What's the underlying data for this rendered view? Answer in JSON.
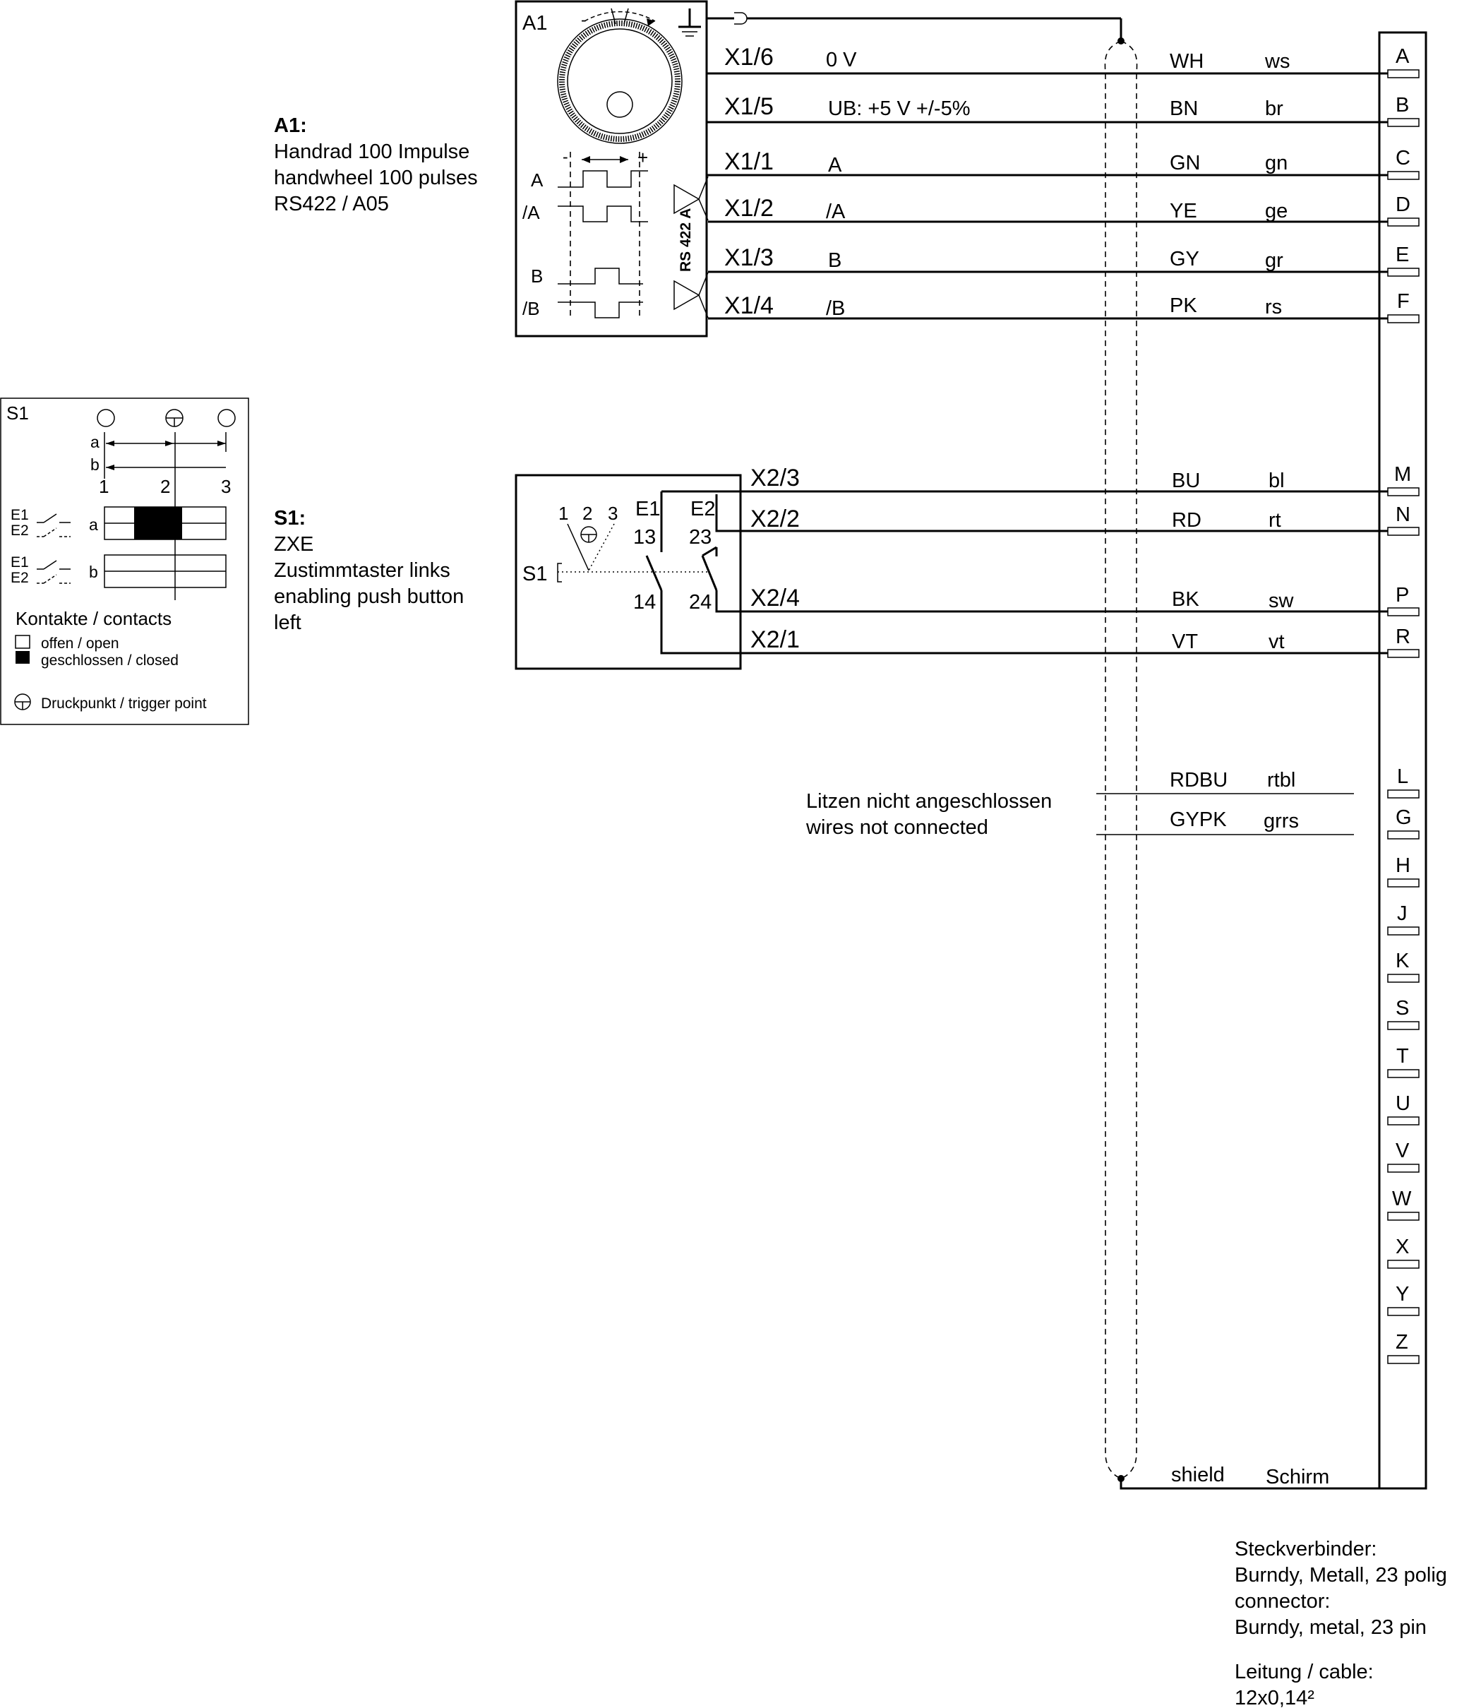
{
  "a1": {
    "box_label": "A1",
    "title": "A1:",
    "desc": [
      "Handrad 100 Impulse",
      "handwheel 100 pulses",
      "RS422 / A05"
    ],
    "signal_labels": [
      "A",
      "/A",
      "B",
      "/B"
    ],
    "minus": "-",
    "plus": "+",
    "driver_label": "RS 422 A"
  },
  "a1_wires": [
    {
      "terminal": "X1/6",
      "signal": "0 V",
      "code": "WH",
      "color": "ws",
      "pin": "A"
    },
    {
      "terminal": "X1/5",
      "signal": "UB:  +5 V +/-5%",
      "code": "BN",
      "color": "br",
      "pin": "B"
    },
    {
      "terminal": "X1/1",
      "signal": "A",
      "code": "GN",
      "color": "gn",
      "pin": "C"
    },
    {
      "terminal": "X1/2",
      "signal": "/A",
      "code": "YE",
      "color": "ge",
      "pin": "D"
    },
    {
      "terminal": "X1/3",
      "signal": "B",
      "code": "GY",
      "color": "gr",
      "pin": "E"
    },
    {
      "terminal": "X1/4",
      "signal": "/B",
      "code": "PK",
      "color": "rs",
      "pin": "F"
    }
  ],
  "s1": {
    "title": "S1:",
    "desc": [
      "ZXE",
      "Zustimmtaster links",
      "enabling push button",
      "left"
    ],
    "box_label": "S1",
    "positions": [
      "1",
      "2",
      "3"
    ],
    "contacts": [
      "E1",
      "E2",
      "13",
      "23",
      "14",
      "24"
    ]
  },
  "s1_wires": [
    {
      "terminal": "X2/3",
      "code": "BU",
      "color": "bl",
      "pin": "M"
    },
    {
      "terminal": "X2/2",
      "code": "RD",
      "color": "rt",
      "pin": "N"
    },
    {
      "terminal": "X2/4",
      "code": "BK",
      "color": "sw",
      "pin": "P"
    },
    {
      "terminal": "X2/1",
      "code": "VT",
      "color": "vt",
      "pin": "R"
    }
  ],
  "legend": {
    "title": "S1",
    "row_a": "a",
    "row_b": "b",
    "positions": [
      "1",
      "2",
      "3"
    ],
    "contact_labels": [
      "E1",
      "E2"
    ],
    "contacts_heading": "Kontakte / contacts",
    "open": "offen / open",
    "closed": "geschlossen / closed",
    "trigger": "Druckpunkt / trigger point"
  },
  "unconnected": {
    "text": [
      "Litzen nicht angeschlossen",
      "wires not connected"
    ],
    "wires": [
      {
        "code": "RDBU",
        "color": "rtbl",
        "pin": "L"
      },
      {
        "code": "GYPK",
        "color": "grrs",
        "pin": "G"
      }
    ]
  },
  "spare_pins": [
    "H",
    "J",
    "K",
    "S",
    "T",
    "U",
    "V",
    "W",
    "X",
    "Y",
    "Z"
  ],
  "shield": {
    "en": "shield",
    "de": "Schirm"
  },
  "connector": {
    "lines": [
      "Steckverbinder:",
      "Burndy, Metall, 23 polig",
      "connector:",
      "Burndy, metal, 23 pin"
    ],
    "cable": [
      "Leitung / cable:",
      "12x0,14²"
    ]
  }
}
